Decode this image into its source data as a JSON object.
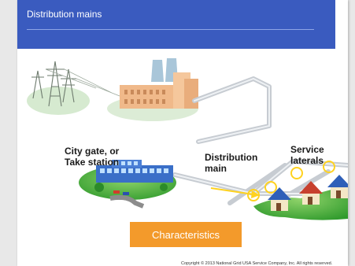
{
  "slide": {
    "title": "Distribution mains",
    "labels": {
      "city_gate": "City gate, or\nTake station",
      "distribution_main": "Distribution\nmain",
      "service_laterals": "Service\nlaterals"
    },
    "button_label": "Characteristics",
    "copyright": "Copyright © 2013 National Grid USA Service Company, Inc. All rights reserved."
  },
  "colors": {
    "header": "#3a5bbf",
    "button": "#f39a2b",
    "grass": "#3fae3a",
    "pipe": "#cfd5dc",
    "arrow": "#ffd21f"
  },
  "icons": [
    "power-tower-icon",
    "power-plant-icon",
    "city-gate-building-icon",
    "house-icon",
    "flow-arrow-icon"
  ]
}
